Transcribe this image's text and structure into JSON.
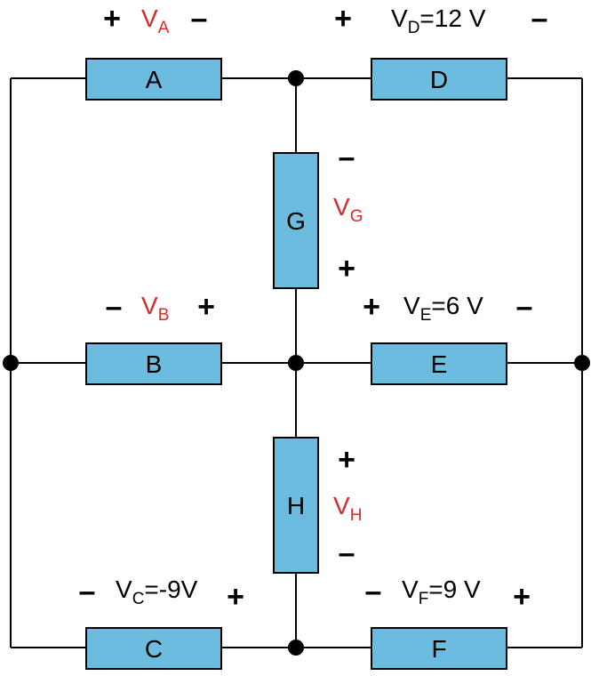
{
  "colors": {
    "component_fill": "#6bbcdf",
    "wire": "#000000",
    "unknown_voltage": "#d42a2a",
    "known_voltage": "#000000"
  },
  "components": {
    "A": "A",
    "B": "B",
    "C": "C",
    "D": "D",
    "E": "E",
    "F": "F",
    "G": "G",
    "H": "H"
  },
  "voltages": {
    "A": {
      "sym": "V",
      "sub": "A",
      "val": ""
    },
    "B": {
      "sym": "V",
      "sub": "B",
      "val": ""
    },
    "C": {
      "sym": "V",
      "sub": "C",
      "val": "=-9V"
    },
    "D": {
      "sym": "V",
      "sub": "D",
      "val": "=12 V"
    },
    "E": {
      "sym": "V",
      "sub": "E",
      "val": "=6 V"
    },
    "F": {
      "sym": "V",
      "sub": "F",
      "val": "=9 V"
    },
    "G": {
      "sym": "V",
      "sub": "G",
      "val": ""
    },
    "H": {
      "sym": "V",
      "sub": "H",
      "val": ""
    }
  },
  "polarity": {
    "plus": "+",
    "minus": "–"
  }
}
